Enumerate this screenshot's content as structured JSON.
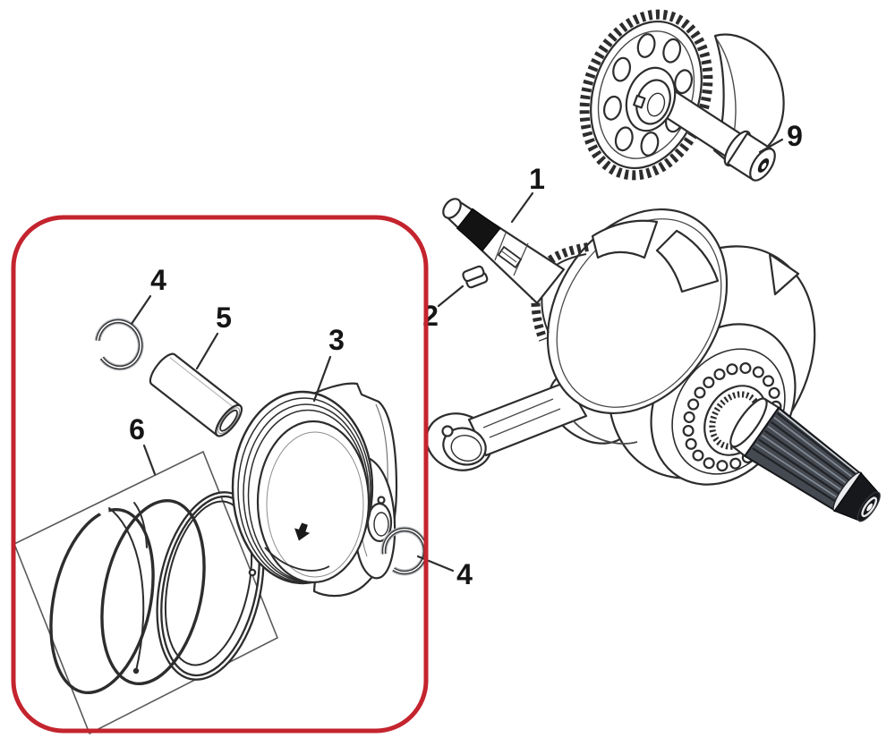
{
  "diagram": {
    "background_color": "#ffffff",
    "line_color": "#2d2d2d",
    "highlight_color": "#c4242e",
    "callouts": [
      {
        "label": "1"
      },
      {
        "label": "2"
      },
      {
        "label": "3"
      },
      {
        "label": "4"
      },
      {
        "label": "5"
      },
      {
        "label": "6"
      },
      {
        "label": "4"
      },
      {
        "label": "9"
      }
    ]
  }
}
